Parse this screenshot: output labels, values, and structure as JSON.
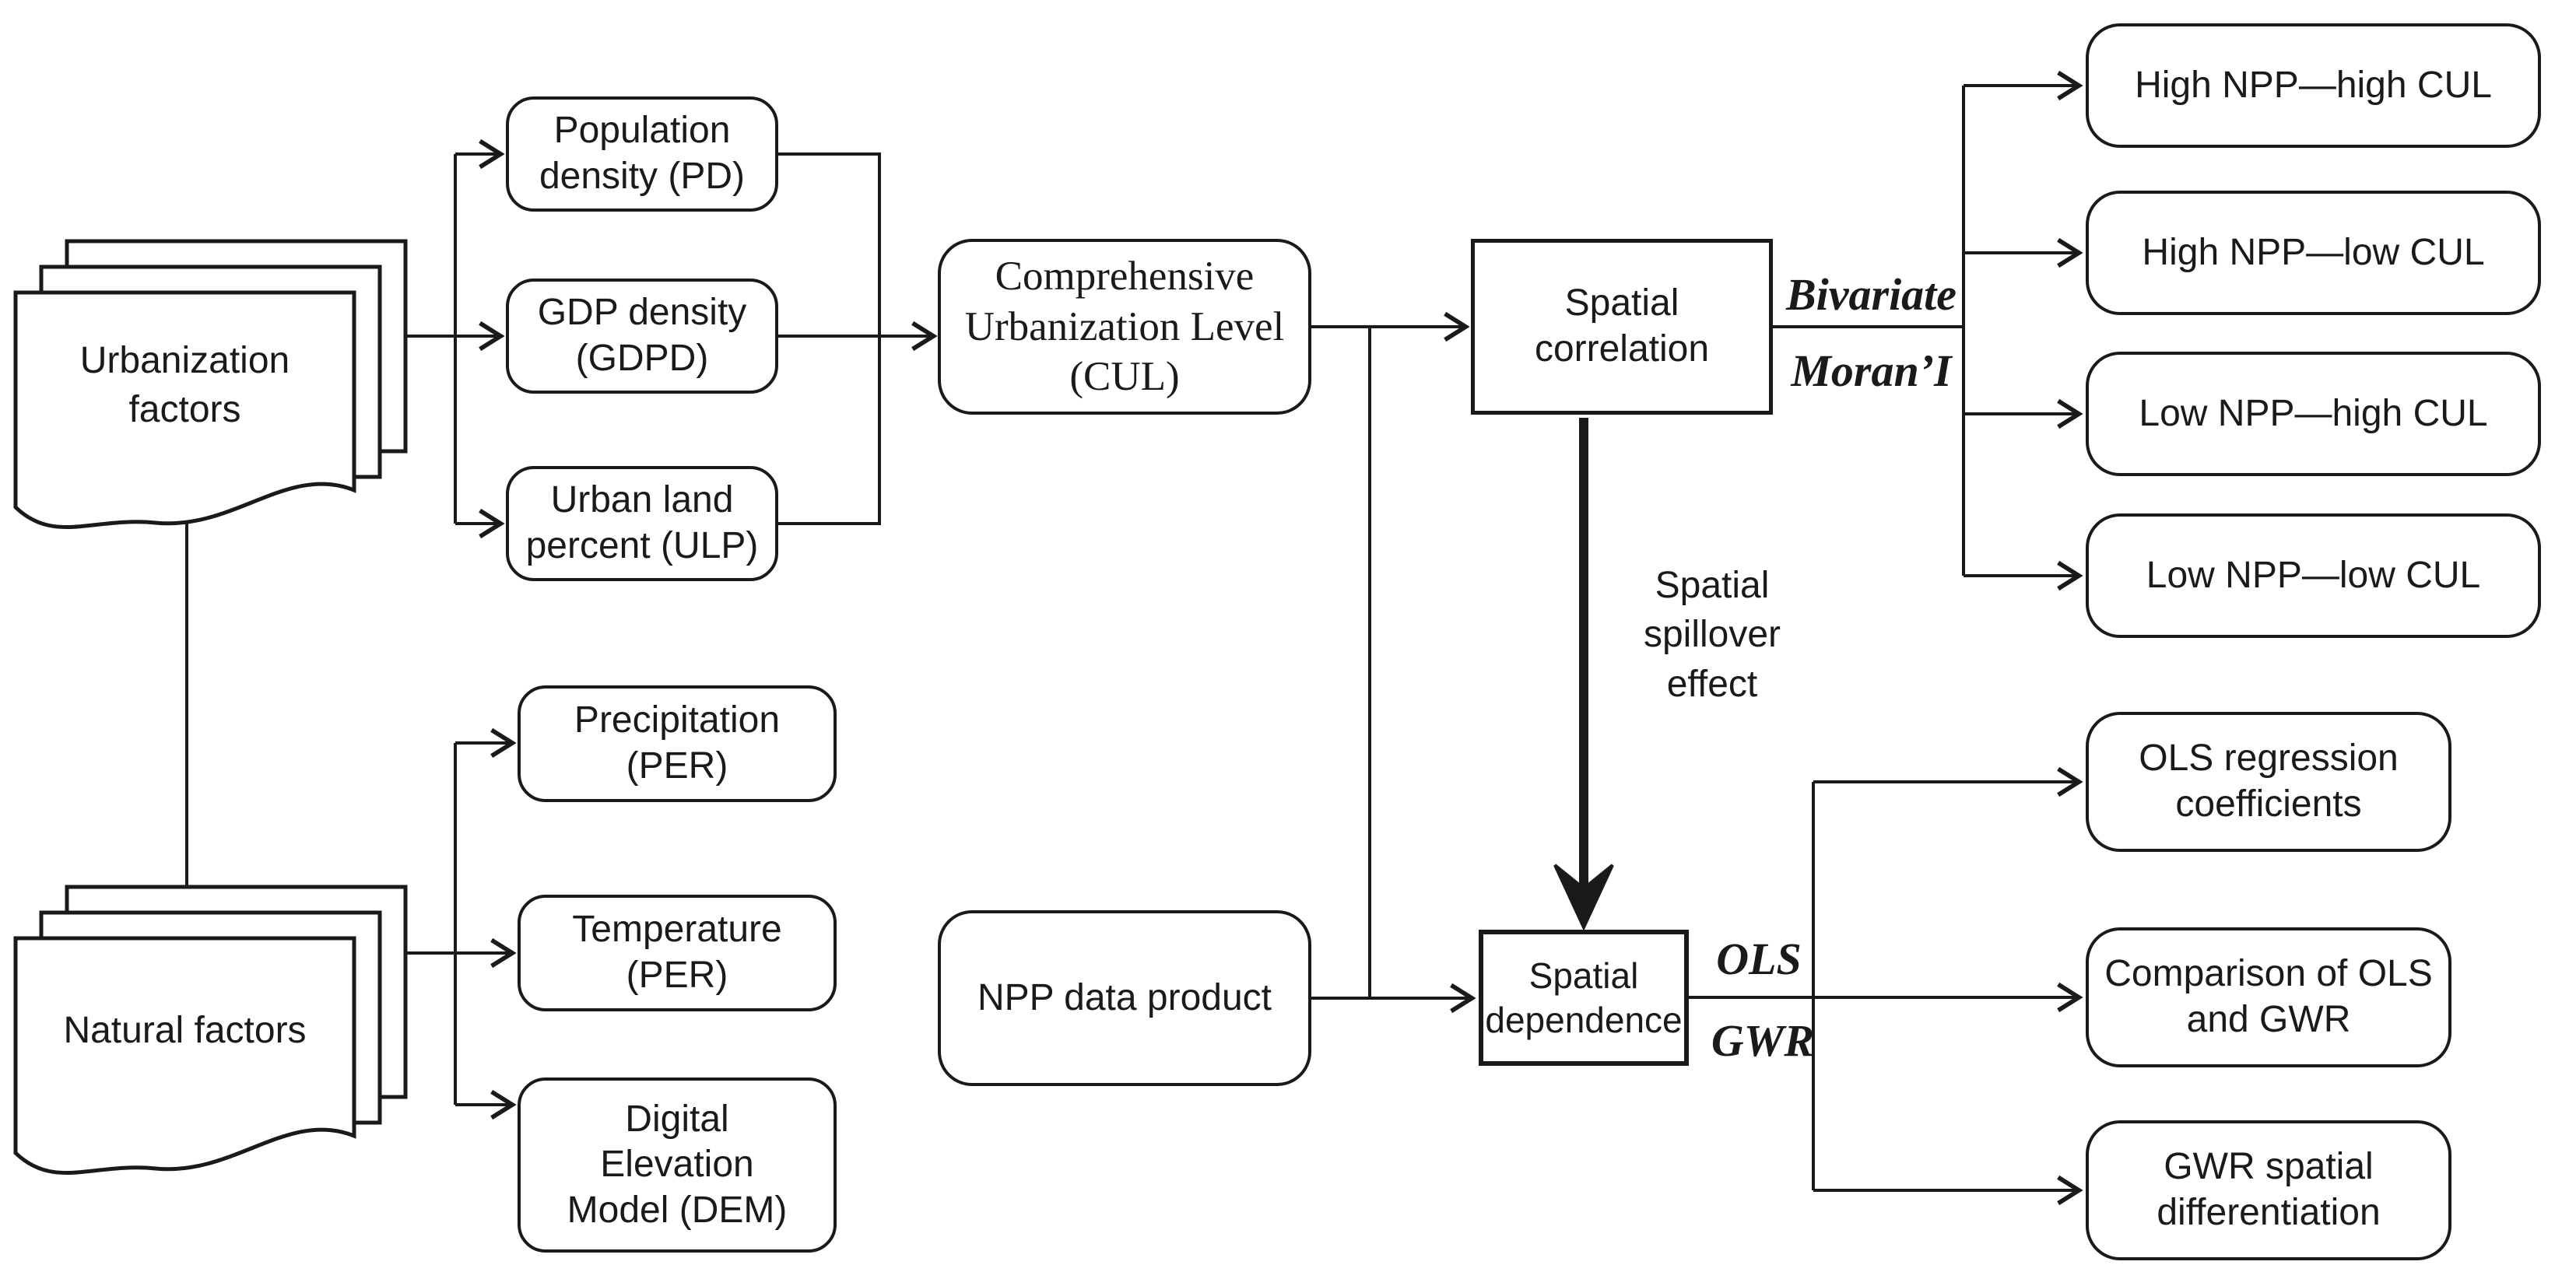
{
  "colors": {
    "ink": "#1a1a1a",
    "background": "#ffffff"
  },
  "diagram": {
    "sources": {
      "urbanization": "Urbanization factors",
      "natural": "Natural factors"
    },
    "urbanization_factors": [
      "Population density (PD)",
      "GDP density (GDPD)",
      "Urban land percent (ULP)"
    ],
    "natural_factors": [
      "Precipitation (PER)",
      "Temperature (PER)",
      "Digital Elevation Model (DEM)"
    ],
    "cul": "Comprehensive Urbanization Level (CUL)",
    "npp": "NPP data product",
    "spatial_correlation": "Spatial correlation",
    "spatial_dependence": "Spatial dependence",
    "edge_labels": {
      "bivariate": "Bivariate",
      "moran": "Moran’I",
      "spillover": "Spatial spillover effect",
      "ols": "OLS",
      "gwr": "GWR"
    },
    "correlation_outputs": [
      "High NPP—high CUL",
      "High NPP—low CUL",
      "Low NPP—high CUL",
      "Low NPP—low CUL"
    ],
    "dependence_outputs": [
      "OLS regression coefficients",
      "Comparison of OLS and GWR",
      "GWR spatial differentiation"
    ]
  }
}
